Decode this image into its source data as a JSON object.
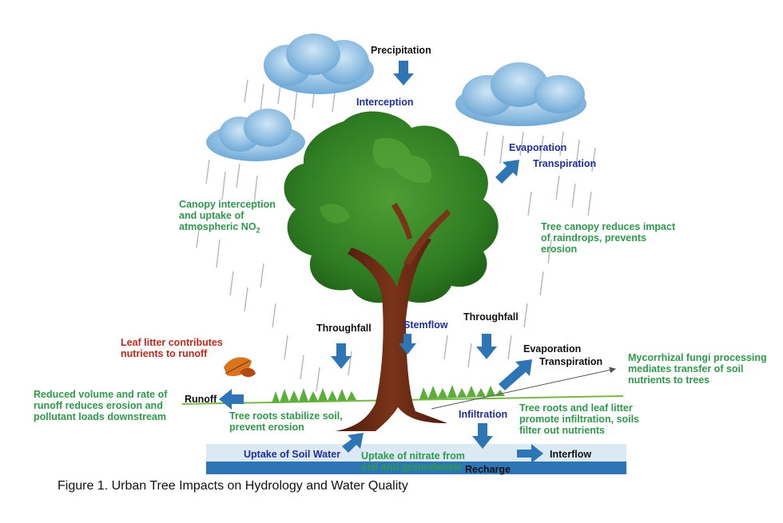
{
  "labels": {
    "precipitation": "Precipitation",
    "interception": "Interception",
    "evaporation_top": "Evaporation",
    "transpiration_top": "Transpiration",
    "canopy_interception": "Canopy interception and uptake of atmospheric NO",
    "canopy_interception_line1": "Canopy interception",
    "canopy_interception_line2": "and uptake of",
    "canopy_interception_line3": "atmospheric NO",
    "no2_subscript": "2",
    "tree_canopy_line1": "Tree canopy reduces impact",
    "tree_canopy_line2": "of raindrops, prevents",
    "tree_canopy_line3": "erosion",
    "throughfall_left": "Throughfall",
    "stemflow": "Stemflow",
    "throughfall_right": "Throughfall",
    "leaf_litter_line1": "Leaf litter contributes",
    "leaf_litter_line2": "nutrients to runoff",
    "evaporation_ground": "Evaporation",
    "transpiration_ground": "Transpiration",
    "mycorrhizal_line1": "Mycorrhizal fungi processing",
    "mycorrhizal_line2": "mediates transfer of soil",
    "mycorrhizal_line3": "nutrients to trees",
    "reduced_line1": "Reduced volume and rate of",
    "reduced_line2": "runoff reduces erosion and",
    "reduced_line3": "pollutant loads downstream",
    "runoff": "Runoff",
    "roots_stabilize_line1": "Tree roots stabilize soil,",
    "roots_stabilize_line2": "prevent erosion",
    "infiltration": "Infiltration",
    "roots_litter_line1": "Tree roots and leaf litter",
    "roots_litter_line2": "promote infiltration, soils",
    "roots_litter_line3": "filter out nutrients",
    "uptake_soil_water": "Uptake of Soil Water",
    "uptake_nitrate_line1": "Uptake of nitrate from",
    "uptake_nitrate_line2": "soil and groundwater",
    "recharge": "Recharge",
    "interflow": "Interflow"
  },
  "caption": "Figure 1.  Urban Tree Impacts on Hydrology and Water Quality",
  "colors": {
    "green_text": "#2f9a4a",
    "blue_text": "#1f2f9a",
    "red_text": "#c0291c",
    "arrow_blue": "#2e75b6",
    "canopy_green": "#3a8a2a",
    "trunk_brown": "#6b2a14",
    "cloud_blue": "#8fc1e3",
    "soil_light": "#dbe9f5",
    "recharge_band": "#2e75b6"
  }
}
